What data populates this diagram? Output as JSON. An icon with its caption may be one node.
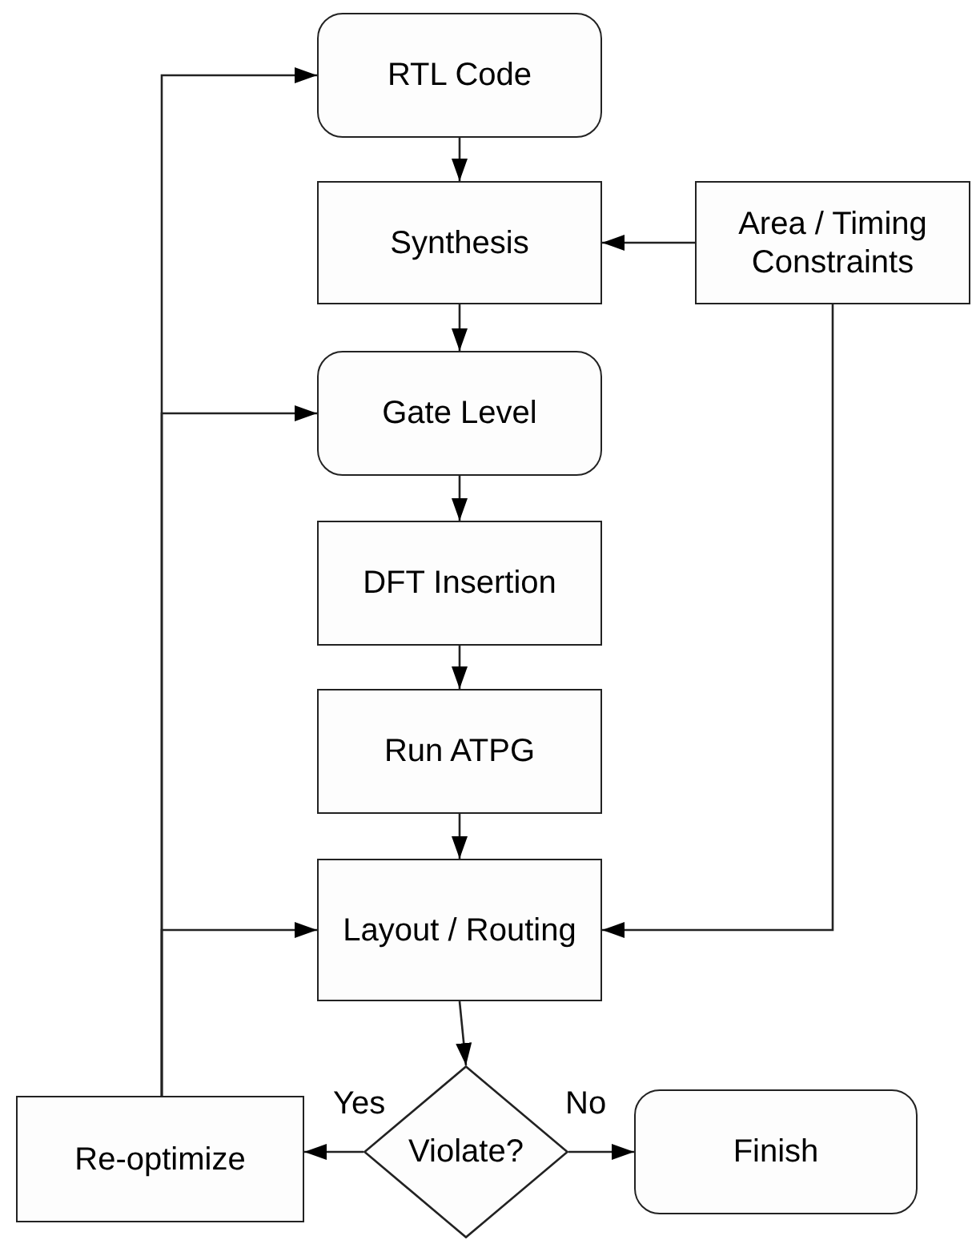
{
  "diagram": {
    "nodes": [
      {
        "text": [
          "RTL Code"
        ]
      },
      {
        "text": [
          "Synthesis"
        ]
      },
      {
        "text": [
          "Area / Timing Constraints"
        ]
      },
      {
        "text": [
          "Gate Level"
        ]
      },
      {
        "text": [
          "DFT Insertion"
        ]
      },
      {
        "text": [
          "Run ATPG"
        ]
      },
      {
        "text": [
          "Layout / Routing"
        ]
      },
      {
        "text": [
          "Violate?"
        ]
      },
      {
        "text": [
          "Re-optimize"
        ]
      },
      {
        "text": [
          "Finish"
        ]
      }
    ],
    "edges": [
      {
        "from": 0,
        "to": 1,
        "arrow": "to"
      },
      {
        "from": 2,
        "to": 1,
        "arrow": "to"
      },
      {
        "from": 1,
        "to": 3,
        "arrow": "to"
      },
      {
        "from": 3,
        "to": 4,
        "arrow": "to"
      },
      {
        "from": 4,
        "to": 5,
        "arrow": "to"
      },
      {
        "from": 5,
        "to": 6,
        "arrow": "to"
      },
      {
        "from": 2,
        "to": 6,
        "arrow": "to"
      },
      {
        "from": 6,
        "to": 7,
        "arrow": "to"
      },
      {
        "from": 7,
        "to": 8,
        "arrow": "to",
        "label": "Yes"
      },
      {
        "from": 7,
        "to": 9,
        "arrow": "to",
        "label": "No"
      },
      {
        "from": 8,
        "to": 0,
        "arrow": "to"
      },
      {
        "from": 8,
        "to": 3,
        "arrow": "to"
      },
      {
        "from": 8,
        "to": 6,
        "arrow": "to"
      }
    ]
  }
}
